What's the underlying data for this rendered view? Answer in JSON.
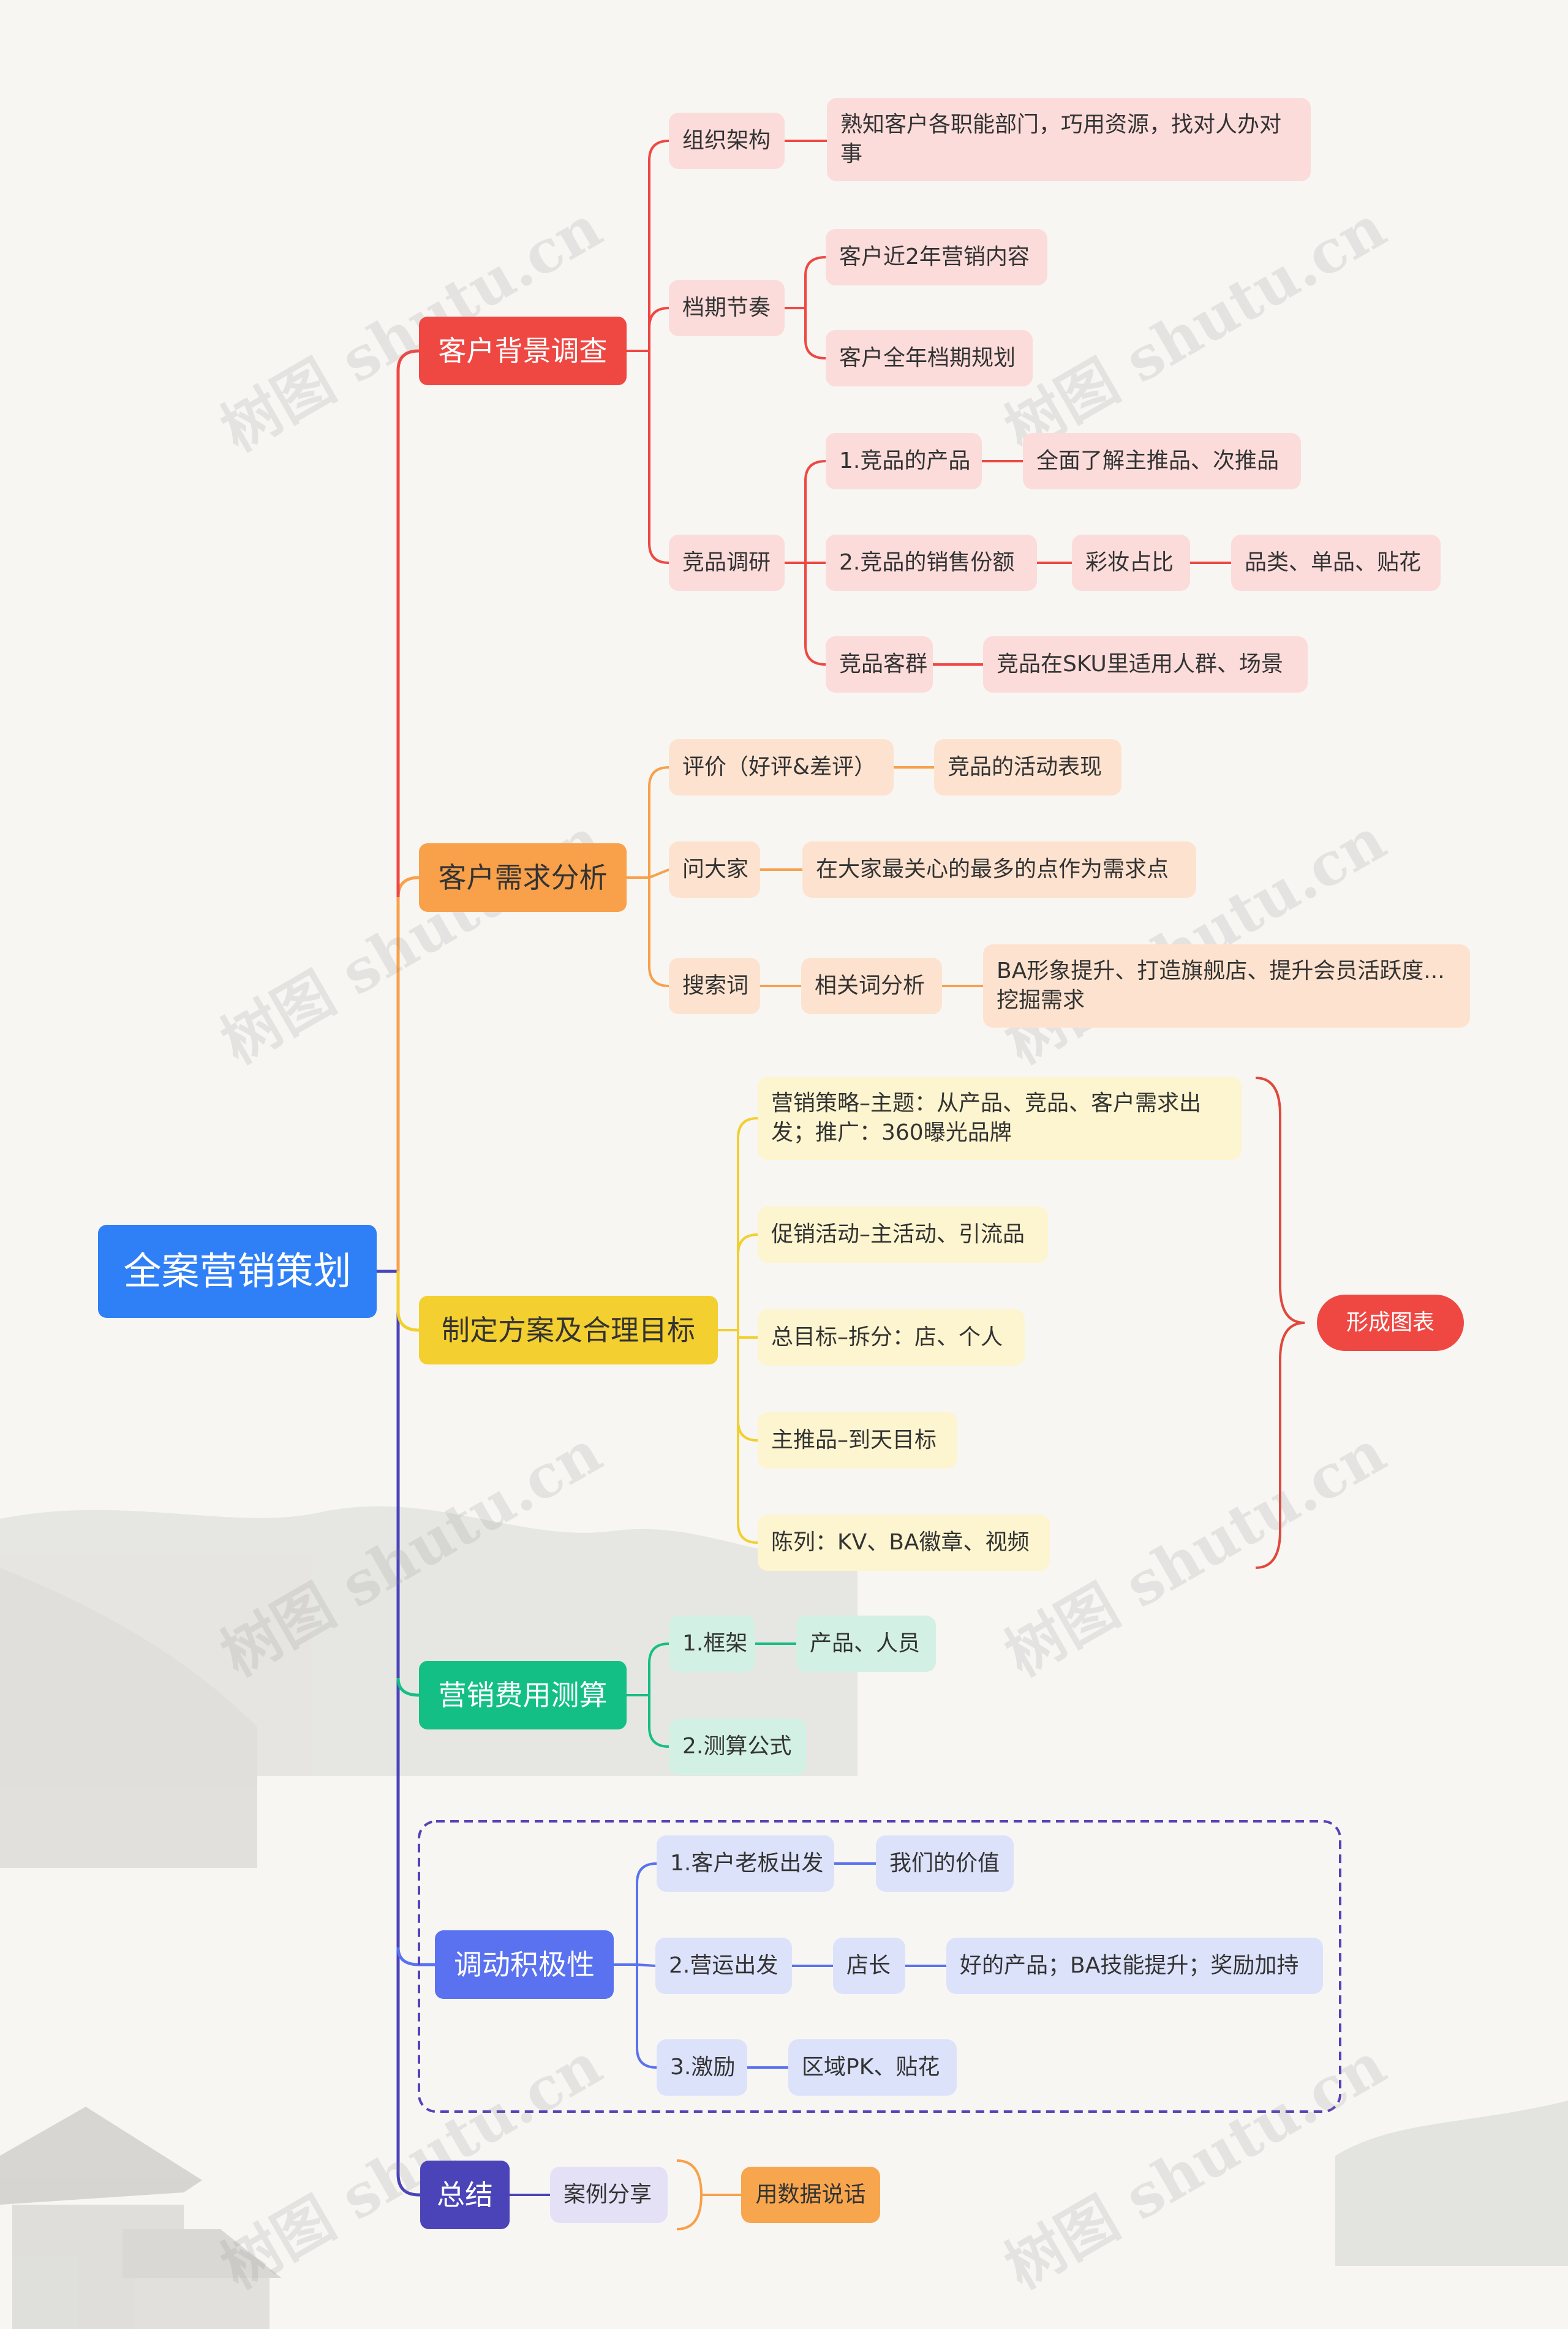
{
  "root": "全案营销策划",
  "branches": {
    "background": {
      "label": "客户背景调查",
      "org": {
        "label": "组织架构",
        "detail": "熟知客户各职能部门，巧用资源，找对人办对事"
      },
      "rhythm": {
        "label": "档期节奏",
        "items": [
          "客户近2年营销内容",
          "客户全年档期规划"
        ]
      },
      "competitor": {
        "label": "竞品调研",
        "product": {
          "label": "1.竞品的产品",
          "detail": "全面了解主推品、次推品"
        },
        "share": {
          "label": "2.竞品的销售份额",
          "mid": "彩妆占比",
          "detail": "品类、单品、贴花"
        },
        "crowd": {
          "label": "竞品客群",
          "detail": "竞品在SKU里适用人群、场景"
        }
      }
    },
    "needs": {
      "label": "客户需求分析",
      "review": {
        "label": "评价（好评&差评）",
        "detail": "竞品的活动表现"
      },
      "ask": {
        "label": "问大家",
        "detail": "在大家最关心的最多的点作为需求点"
      },
      "search": {
        "label": "搜索词",
        "mid": "相关词分析",
        "detail": "BA形象提升、打造旗舰店、提升会员活跃度...挖掘需求"
      }
    },
    "plan": {
      "label": "制定方案及合理目标",
      "items": [
        "营销策略–主题：从产品、竞品、客户需求出发；推广：360曝光品牌",
        "促销活动–主活动、引流品",
        "总目标–拆分：店、个人",
        "主推品–到天目标",
        "陈列：KV、BA徽章、视频"
      ],
      "summary": "形成图表"
    },
    "budget": {
      "label": "营销费用测算",
      "frame": {
        "label": "1.框架",
        "detail": "产品、人员"
      },
      "formula": "2.测算公式"
    },
    "motivate": {
      "label": "调动积极性",
      "boss": {
        "label": "1.客户老板出发",
        "detail": "我们的价值"
      },
      "ops": {
        "label": "2.营运出发",
        "mid": "店长",
        "detail": "好的产品；BA技能提升；奖励加持"
      },
      "incentive": {
        "label": "3.激励",
        "detail": "区域PK、贴花"
      }
    },
    "summary": {
      "label": "总结",
      "case": "案例分享",
      "conclusion": "用数据说话"
    }
  },
  "watermark": "树图 shutu.cn",
  "colors": {
    "root": "#2f80f6",
    "background": "#ef4843",
    "needs": "#f8a04a",
    "plan": "#f3cf2f",
    "budget": "#14bf85",
    "motivate": "#5a72ef",
    "summary": "#4b44b8",
    "trunk": "#4b44b8"
  }
}
